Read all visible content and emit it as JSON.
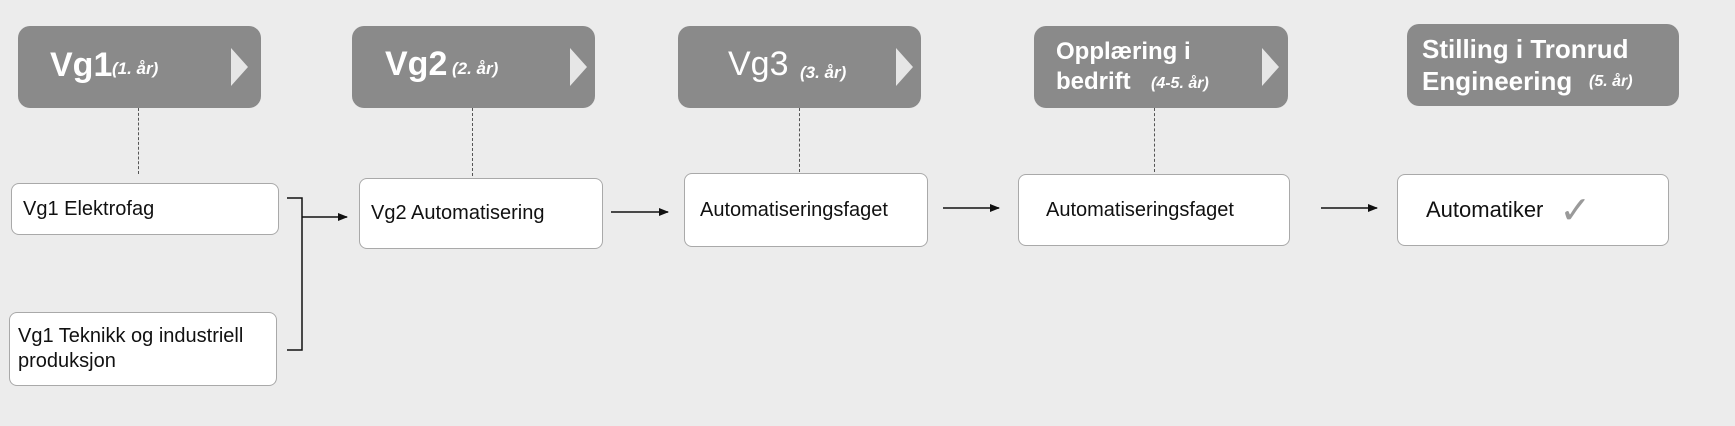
{
  "stages": [
    {
      "main": "Vg1",
      "sub": "(1. år)"
    },
    {
      "main": "Vg2",
      "sub": "(2. år)"
    },
    {
      "main": "Vg3",
      "sub": "(3. år)"
    },
    {
      "line1": "Opplæring i",
      "line2": "bedrift",
      "sub": "(4-5. år)"
    },
    {
      "line1": "Stilling i Tronrud",
      "line2": "Engineering",
      "sub": "(5. år)"
    }
  ],
  "boxes": {
    "vg1_elektrofag": "Vg1 Elektrofag",
    "vg1_tip_line1": "Vg1 Teknikk og industriell",
    "vg1_tip_line2": "produksjon",
    "vg2_automatisering": "Vg2 Automatisering",
    "vg3_automatiseringsfaget": "Automatiseringsfaget",
    "bedrift_automatiseringsfaget": "Automatiseringsfaget",
    "automatiker": "Automatiker",
    "automatiker_mark": "✓"
  },
  "colors": {
    "header_bg": "#8a8a8a",
    "background": "#ececec",
    "box_border": "#a9a9a9"
  }
}
